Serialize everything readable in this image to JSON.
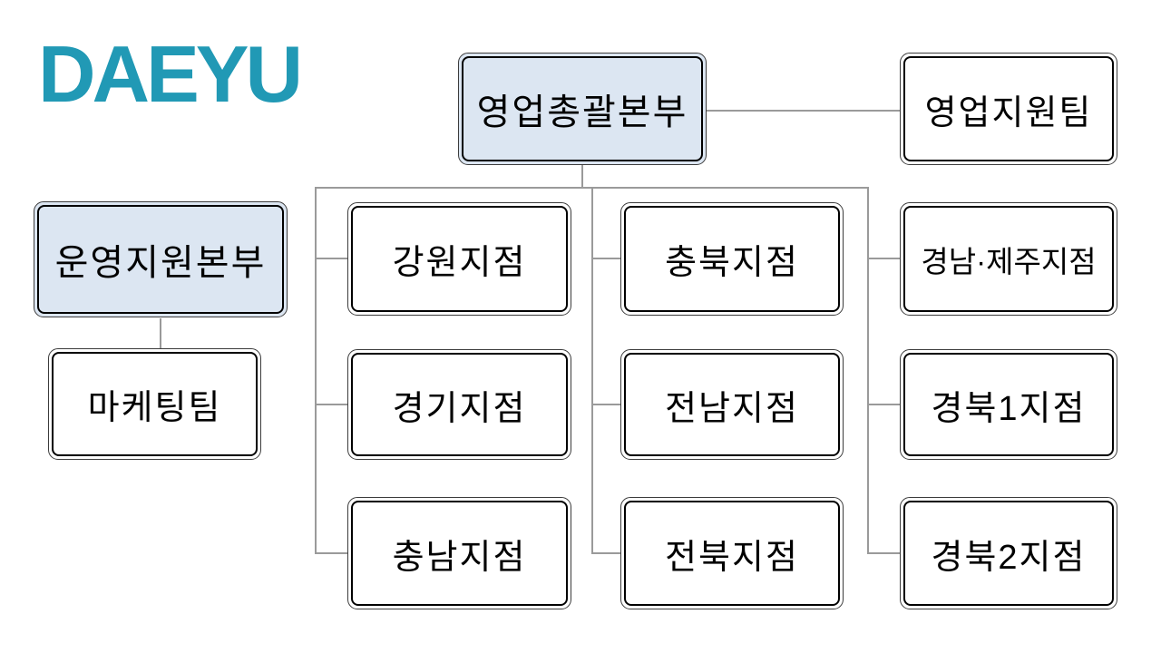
{
  "logo": {
    "text": "DAEYU",
    "color": "#2199b5"
  },
  "colors": {
    "accent_node_fill": "#dce6f2",
    "node_border": "#000000",
    "connector": "#9a9a9a",
    "background": "#ffffff",
    "text": "#000000"
  },
  "org": {
    "sales_hq": {
      "label": "영업총괄본부"
    },
    "sales_support": {
      "label": "영업지원팀"
    },
    "ops_hq": {
      "label": "운영지원본부"
    },
    "marketing": {
      "label": "마케팅팀"
    },
    "branches": {
      "col1": [
        {
          "label": "강원지점"
        },
        {
          "label": "경기지점"
        },
        {
          "label": "충남지점"
        }
      ],
      "col2": [
        {
          "label": "충북지점"
        },
        {
          "label": "전남지점"
        },
        {
          "label": "전북지점"
        }
      ],
      "col3": [
        {
          "label": "경남·제주지점"
        },
        {
          "label": "경북1지점"
        },
        {
          "label": "경북2지점"
        }
      ]
    }
  }
}
